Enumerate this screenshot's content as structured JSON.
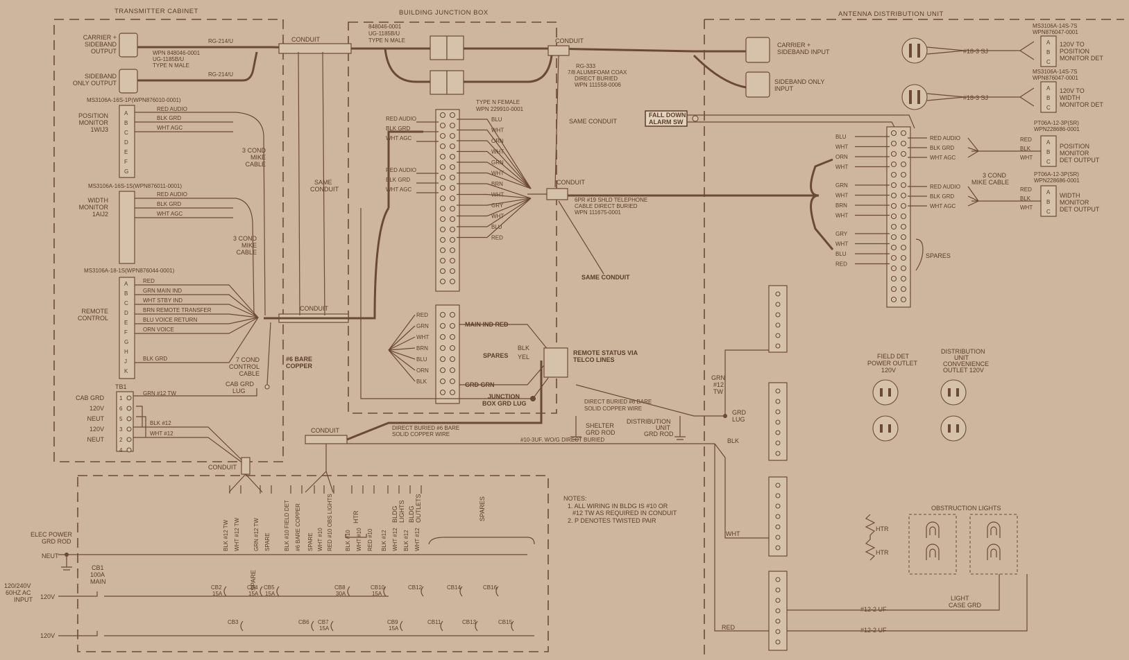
{
  "sections": {
    "transmitter": "TRANSMITTER CABINET",
    "junction": "BUILDING JUNCTION BOX",
    "antenna": "ANTENNA DISTRIBUTION UNIT"
  },
  "tx": {
    "carrier_output": [
      "CARRIER +",
      "SIDEBAND",
      "OUTPUT"
    ],
    "sideband_output": [
      "SIDEBAND",
      "ONLY OUTPUT"
    ],
    "rg214_top": "RG-214/U",
    "rg214_bottom": "RG-214/U",
    "wpn_conn": [
      "WPN 848046-0001",
      "UG-1185B/U",
      "TYPE N MALE"
    ],
    "pos_mon_conn": "MS3106A-16S-1P(WPN876010-0001)",
    "pos_mon_label": [
      "POSITION",
      "MONITOR",
      "1WIJ3"
    ],
    "width_mon_conn": "MS3106A-16S-1S(WPN876011-0001)",
    "width_mon_label": [
      "WIDTH",
      "MONITOR",
      "1AIJ2"
    ],
    "remote_conn": "MS3106A-18-1S(WPN876044-0001)",
    "remote_label": [
      "REMOTE",
      "CONTROL"
    ],
    "pins6": [
      "A",
      "B",
      "C",
      "D",
      "E",
      "F",
      "G"
    ],
    "pins10": [
      "A",
      "B",
      "C",
      "D",
      "E",
      "F",
      "G",
      "H",
      "J",
      "K"
    ],
    "audio_wires": [
      "RED AUDIO",
      "BLK GRD",
      "WHT AGC"
    ],
    "remote_wires": [
      "RED",
      "GRN MAIN IND",
      "WHT STBY IND",
      "BRN REMOTE TRANSFER",
      "BLU VOICE RETURN",
      "ORN VOICE",
      "BLK GRD"
    ],
    "mike_cable_1": [
      "3 COND",
      "MIKE",
      "CABLE"
    ],
    "mike_cable_2": [
      "3 COND",
      "MIKE",
      "CABLE"
    ],
    "control_cable": [
      "7 COND",
      "CONTROL",
      "CABLE"
    ],
    "same_conduit": [
      "SAME",
      "CONDUIT"
    ],
    "conduit": "CONDUIT",
    "bare_copper": [
      "#6 BARE",
      "COPPER"
    ],
    "cab_grd_lug": [
      "CAB GRD",
      "LUG"
    ],
    "tb1": "TB1",
    "tb1_labels": [
      "CAB GRD",
      "120V",
      "NEUT",
      "120V",
      "NEUT"
    ],
    "tb1_pins": [
      "1",
      "6",
      "5",
      "3",
      "2",
      "4"
    ],
    "tb1_wires": [
      "GRN #12 TW",
      "BLK #12",
      "WHT #12"
    ]
  },
  "jb": {
    "n_conn": [
      "848046-0001",
      "UG-1185B/U",
      "TYPE N MALE"
    ],
    "n_female": [
      "TYPE N FEMALE",
      "WPN 229910-0001"
    ],
    "same_conduit": "SAME CONDUIT",
    "same_conduit_2": "SAME CONDUIT",
    "conduit": "CONDUIT",
    "left_wires": [
      "RED AUDIO",
      "BLK GRD",
      "WHT AGC",
      "RED AUDIO",
      "BLK GRD",
      "WHT AGC"
    ],
    "right_wires": [
      "BLU",
      "WHT",
      "ORN",
      "WHT",
      "GRN",
      "WHT",
      "BRN",
      "WHT",
      "GRY",
      "WHT",
      "BLU",
      "RED"
    ],
    "lower_left": [
      "RED",
      "GRN",
      "WHT",
      "BRN",
      "BLU",
      "ORN",
      "BLK"
    ],
    "main_ind": "MAIN IND RED",
    "grd_grn": "GRD GRN",
    "spares": "SPARES",
    "spare_wires": [
      "BLK",
      "YEL"
    ],
    "remote_status": [
      "REMOTE STATUS VIA",
      "TELCO LINES"
    ],
    "jb_grd_lug": [
      "JUNCTION",
      "BOX GRD LUG"
    ],
    "tel_cable": [
      "6PR #19 SHLD TELEPHONE",
      "CABLE DIRECT BURIED",
      "WPN 111675-0001"
    ],
    "rg333": [
      "RG-333",
      "7/8 ALUMIFOAM COAX",
      "DIRECT BURIED",
      "WPN 111558-0006"
    ]
  },
  "ant": {
    "carrier_input": [
      "CARRIER +",
      "SIDEBAND INPUT"
    ],
    "sideband_input": [
      "SIDEBAND ONLY",
      "INPUT"
    ],
    "fall_down": [
      "FALL DOWN",
      "ALARM SW"
    ],
    "ms14s_1": [
      "MS3106A-14S-7S",
      "WPN876047-0001"
    ],
    "ms14s_2": [
      "MS3106A-14S-7S",
      "WPN876047-0001"
    ],
    "sj": "#18-3 SJ",
    "pos_mon": [
      "120V TO",
      "POSITION",
      "MONITOR DET"
    ],
    "width_mon": [
      "120V TO",
      "WIDTH",
      "MONITOR DET"
    ],
    "pt06_1": [
      "PT06A-12-3P(SR)",
      "WPN228686-0001"
    ],
    "pt06_2": [
      "PT06A-12-3P(SR)",
      "WPN228686-0001"
    ],
    "pos_det": [
      "POSITION",
      "MONITOR",
      "DET OUTPUT"
    ],
    "width_det": [
      "WIDTH",
      "MONITOR",
      "DET OUTPUT"
    ],
    "abc": [
      "A",
      "B",
      "C"
    ],
    "left_wires": [
      "BLU",
      "WHT",
      "ORN",
      "WHT",
      "GRN",
      "WHT",
      "BRN",
      "WHT",
      "GRY",
      "WHT",
      "BLU",
      "RED"
    ],
    "right_wires": [
      "RED AUDIO",
      "BLK GRD",
      "WHT AGC",
      "RED AUDIO",
      "BLK GRD",
      "WHT AGC"
    ],
    "red_blk_wht": [
      "RED",
      "BLK",
      "WHT"
    ],
    "mike_cable": [
      "3 COND",
      "MIKE CABLE"
    ],
    "spares": "SPARES",
    "grn12": [
      "GRN",
      "#12",
      "TW"
    ],
    "grd_lug": [
      "GRD",
      "LUG"
    ],
    "field_det": [
      "FIELD DET",
      "POWER OUTLET",
      "120V"
    ],
    "dist_outlet": [
      "DISTRIBUTION",
      "UNIT",
      "CONVENIENCE",
      "OUTLET 120V"
    ],
    "obstruction": "OBSTRUCTION LIGHTS",
    "htr": [
      "HTR",
      "HTR"
    ],
    "light_case": [
      "LIGHT",
      "CASE GRD"
    ],
    "blk": "BLK",
    "wht": "WHT",
    "red": "RED",
    "uf1": "#12-2 UF",
    "uf2": "#12-2 UF"
  },
  "ground": {
    "direct_buried_1": [
      "DIRECT BURIED #6 BARE",
      "SOLID COPPER WIRE"
    ],
    "direct_buried_2": [
      "DIRECT  BURIED #6 BARE",
      "SOLID COPPER WIRE"
    ],
    "shelter_grd": [
      "SHELTER",
      "GRD ROD"
    ],
    "dist_grd": [
      "DISTRIBUTION",
      "UNIT",
      "GRD ROD"
    ],
    "uf_wire": "#10-3UF. WO/G DIRECT BURIED",
    "conduit": "CONDUIT",
    "conduit_2": "CONDUIT"
  },
  "panel": {
    "elec_grd": [
      "ELEC POWER",
      "GRD ROD"
    ],
    "neut": "NEUT",
    "input": [
      "120/240V",
      "60HZ AC",
      "INPUT"
    ],
    "v120_top": "120V",
    "v120_bottom": "120V",
    "cb1": [
      "CB1",
      "100A",
      "MAIN"
    ],
    "vert_labels": [
      "BLK #12 TW",
      "WHT #12 TW",
      "GRN #12 TW",
      "SPARE",
      "BLK #10 FIELD DET",
      "#6 BARE COPPER",
      "SPARE",
      "WHT #10",
      "RED #10 OBS LIGHTS",
      "BLK #10",
      "WHT #10",
      "RED #10",
      "BLK #12",
      "WHT #12",
      "BLK #12",
      "WHT #12"
    ],
    "htr": "HTR",
    "bldg_lights": [
      "BLDG",
      "LIGHTS"
    ],
    "bldg_outlets": [
      "BLDG",
      "OUTLETS"
    ],
    "spares": "SPARES",
    "spare_h": "SPARE",
    "breakers_top": [
      [
        "CB2",
        "15A"
      ],
      [
        "CB4",
        "15A"
      ],
      [
        "CB5",
        "15A"
      ],
      [
        "CB8",
        "30A"
      ],
      [
        "CB10",
        "15A"
      ],
      [
        "CB12",
        ""
      ],
      [
        "CB14",
        ""
      ],
      [
        "CB16",
        ""
      ]
    ],
    "breakers_bot": [
      [
        "CB3",
        ""
      ],
      [
        "CB6",
        ""
      ],
      [
        "CB7",
        "15A"
      ],
      [
        "CB9",
        "15A"
      ],
      [
        "CB11",
        ""
      ],
      [
        "CB13",
        ""
      ],
      [
        "CB15",
        ""
      ]
    ]
  },
  "notes": {
    "title": "NOTES:",
    "n1a": "1. ALL WIRING IN BLDG IS #10 OR",
    "n1b": "#12 TW AS REQUIRED IN CONDUIT",
    "n2": "2.    P  DENOTES TWISTED PAIR"
  },
  "colors": {
    "paper": "#cdb59e",
    "ink": "#6b4a35",
    "text": "#5a3d2a"
  }
}
